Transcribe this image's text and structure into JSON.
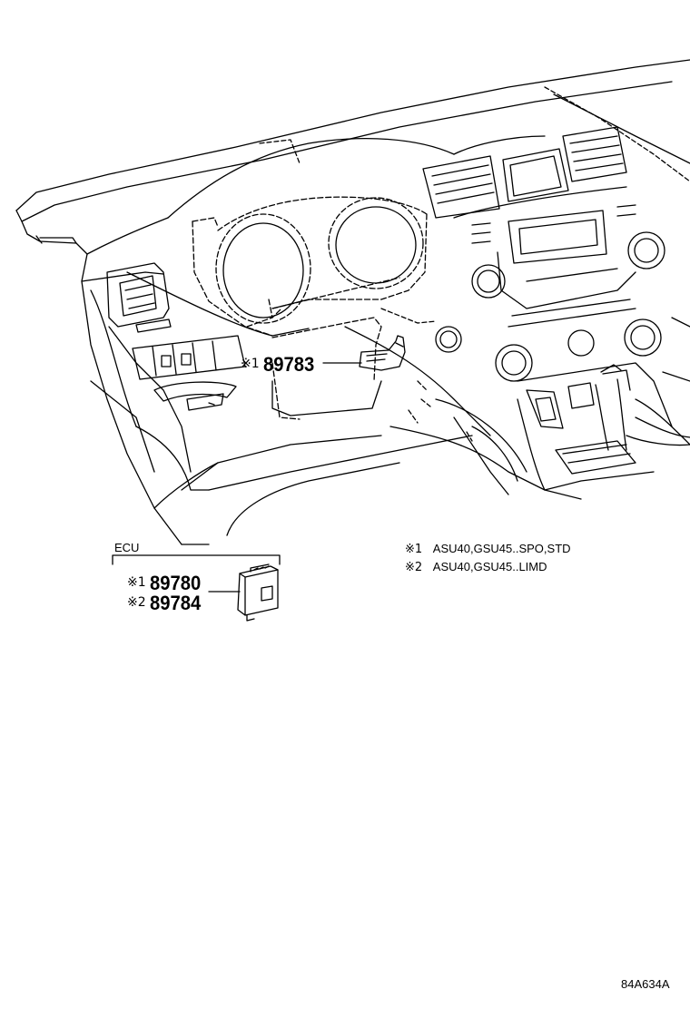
{
  "callouts": {
    "dash_switch": {
      "mark": "※1",
      "part_no": "89783"
    },
    "ecu_group_label": "ECU",
    "ecu_a": {
      "mark": "※1",
      "part_no": "89780"
    },
    "ecu_b": {
      "mark": "※2",
      "part_no": "89784"
    }
  },
  "legend": [
    {
      "mark": "※1",
      "text": "ASU40,GSU45..SPO,STD"
    },
    {
      "mark": "※2",
      "text": "ASU40,GSU45..LIMD"
    }
  ],
  "figure_code": "84A634A"
}
